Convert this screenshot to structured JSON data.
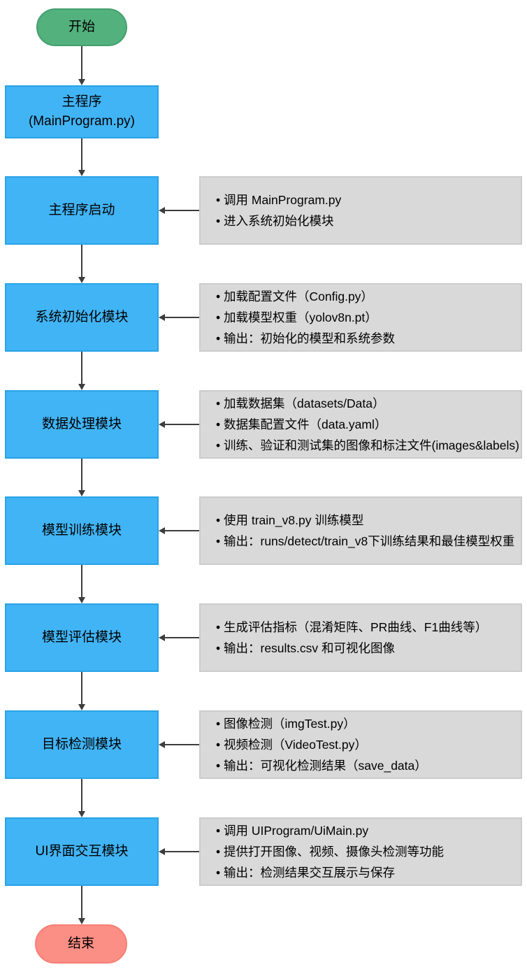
{
  "flow": {
    "start": {
      "label": "开始"
    },
    "end": {
      "label": "结束"
    },
    "main_program": {
      "label": "主程序\n(MainProgram.py)"
    },
    "steps": [
      {
        "module": "主程序启动",
        "notes": [
          "调用 MainProgram.py",
          "进入系统初始化模块"
        ]
      },
      {
        "module": "系统初始化模块",
        "notes": [
          "加载配置文件（Config.py）",
          "加载模型权重（yolov8n.pt）",
          "输出：初始化的模型和系统参数"
        ]
      },
      {
        "module": "数据处理模块",
        "notes": [
          "加载数据集（datasets/Data）",
          "数据集配置文件（data.yaml）",
          "训练、验证和测试集的图像和标注文件(images&labels)"
        ]
      },
      {
        "module": "模型训练模块",
        "notes": [
          "使用 train_v8.py 训练模型",
          "输出：runs/detect/train_v8下训练结果和最佳模型权重"
        ]
      },
      {
        "module": "模型评估模块",
        "notes": [
          "生成评估指标（混淆矩阵、PR曲线、F1曲线等）",
          "输出：results.csv 和可视化图像"
        ]
      },
      {
        "module": "目标检测模块",
        "notes": [
          "图像检测（imgTest.py）",
          "视频检测（VideoTest.py）",
          "输出：可视化检测结果（save_data）"
        ]
      },
      {
        "module": "UI界面交互模块",
        "notes": [
          "调用 UIProgram/UiMain.py",
          "提供打开图像、视频、摄像头检测等功能",
          "输出：检测结果交互展示与保存"
        ]
      }
    ]
  },
  "colors": {
    "start_fill": "#53b17e",
    "end_fill": "#fb8e85",
    "step_fill": "#41b4f5",
    "note_fill": "#d9d9d9",
    "arrow": "#3d3d3d"
  }
}
